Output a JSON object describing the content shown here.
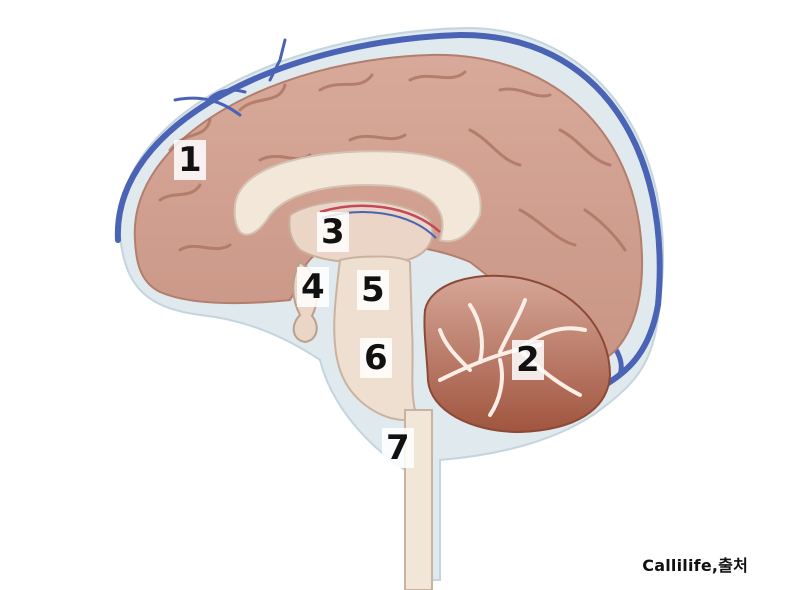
{
  "labels": [
    "1",
    "2",
    "3",
    "4",
    "5",
    "6",
    "7"
  ],
  "credit": "Callilife,출처"
}
